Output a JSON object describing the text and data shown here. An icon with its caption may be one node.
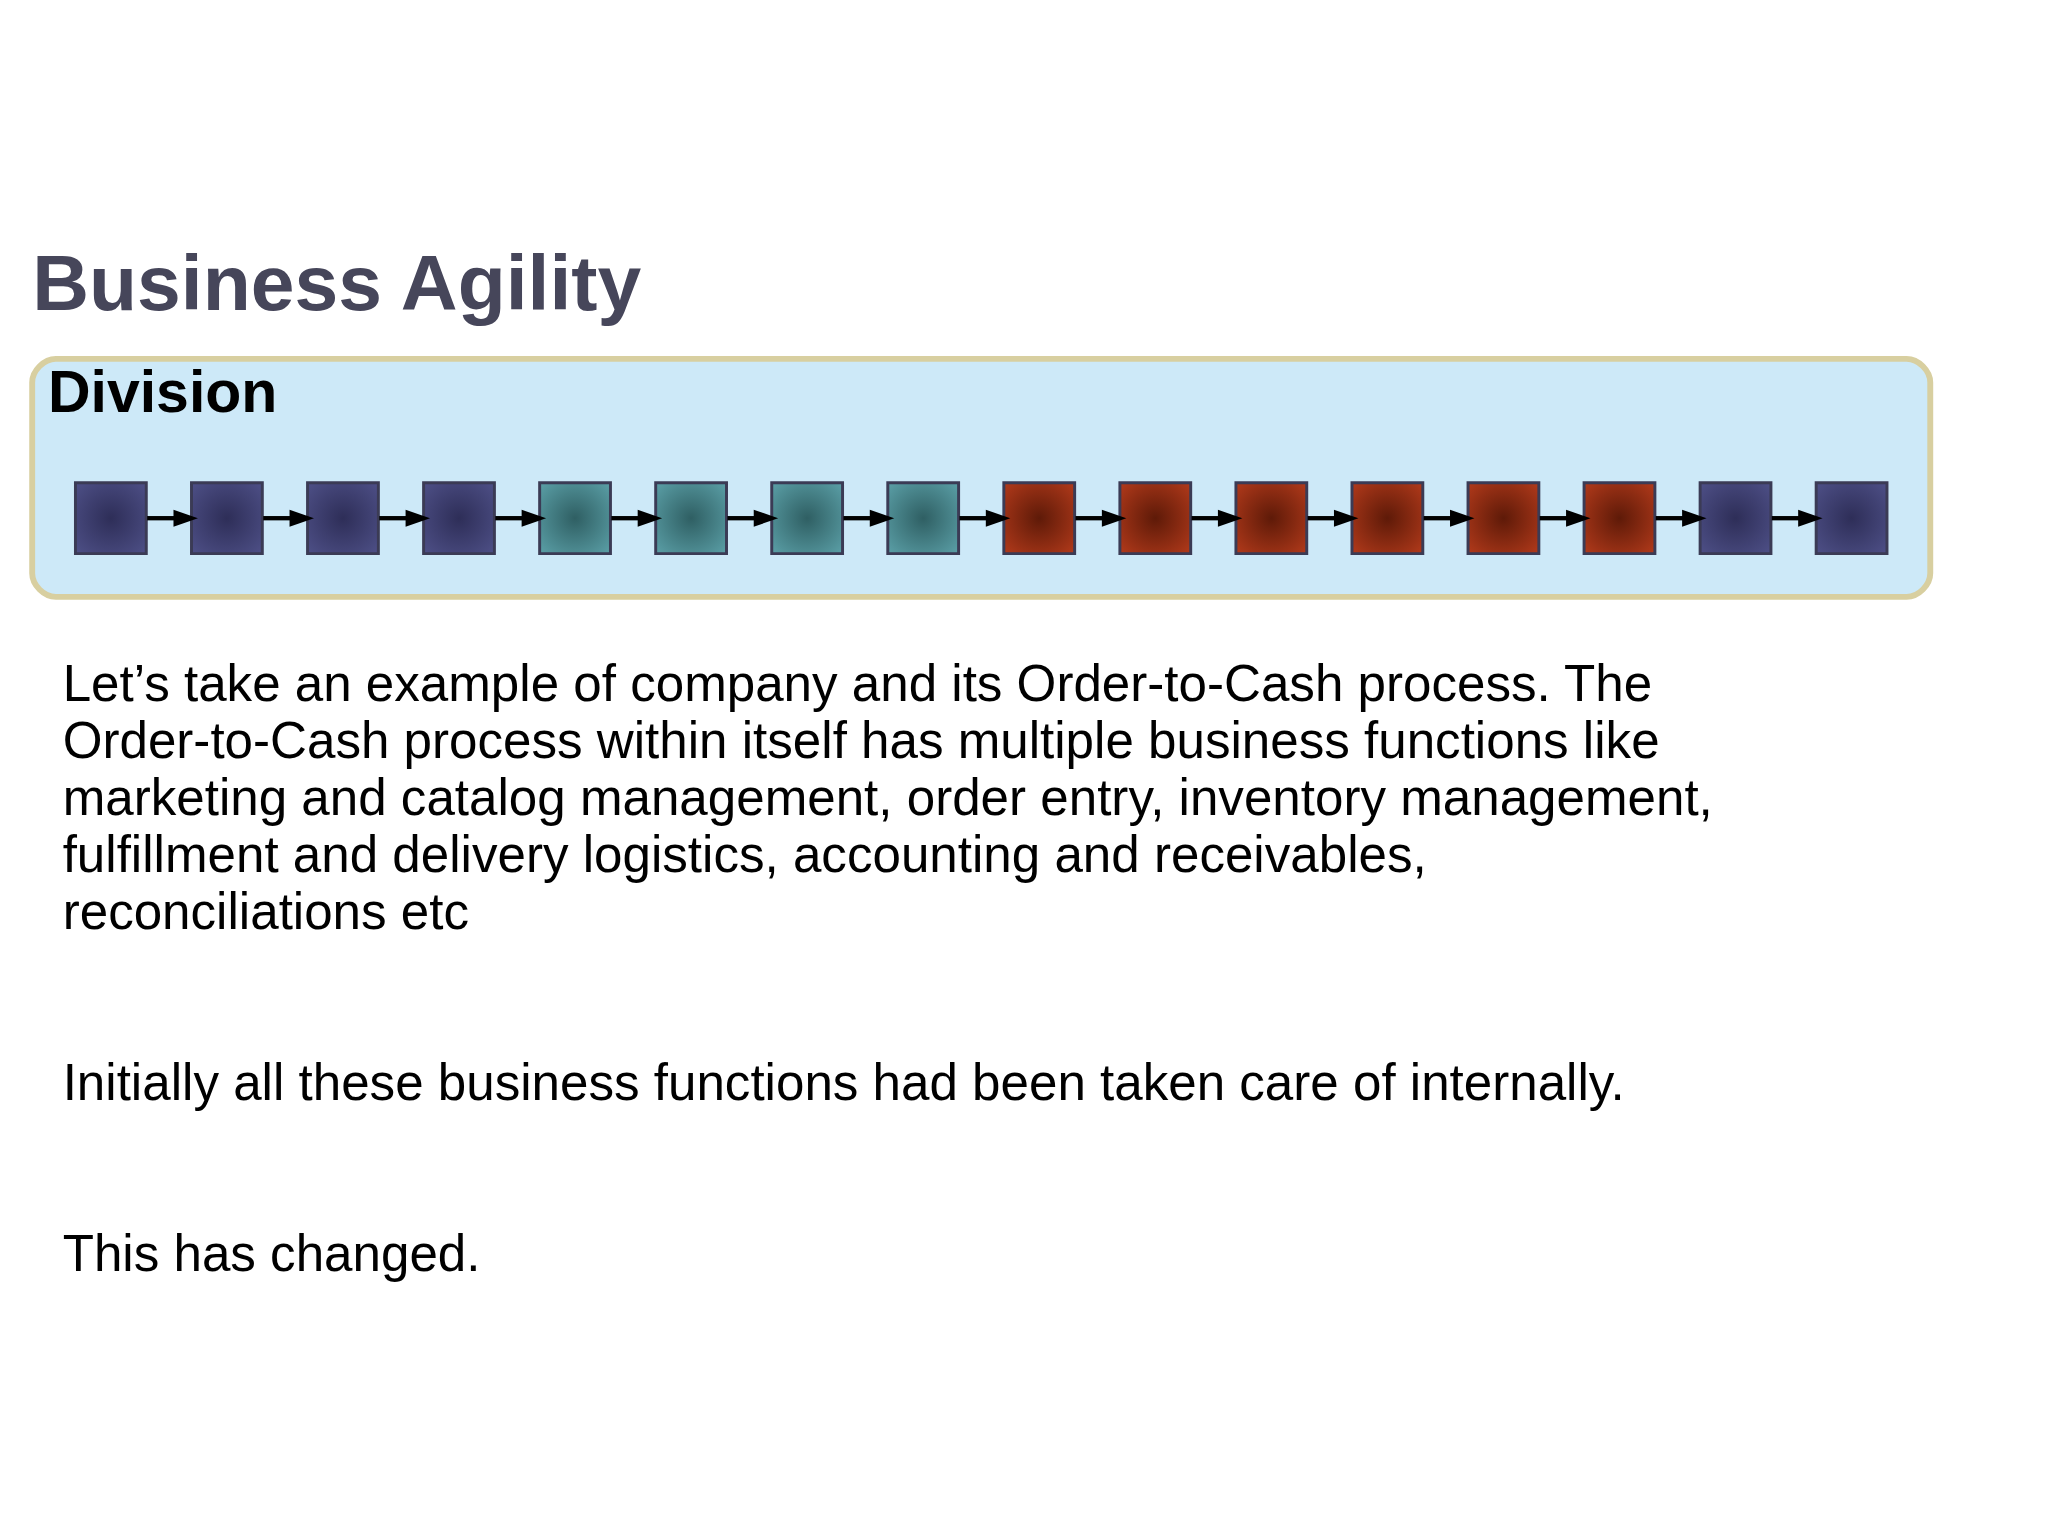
{
  "diagram": {
    "title": "Business Agility",
    "nodes": [
      {
        "text": [
          "Division"
        ]
      },
      {
        "text": [],
        "shape": "box",
        "in": 0
      },
      {
        "text": [],
        "shape": "box",
        "in": 0
      },
      {
        "text": [],
        "shape": "box",
        "in": 0
      },
      {
        "text": [],
        "shape": "box",
        "in": 0
      },
      {
        "text": [],
        "shape": "box",
        "in": 0
      },
      {
        "text": [],
        "shape": "box",
        "in": 0
      },
      {
        "text": [],
        "shape": "box",
        "in": 0
      },
      {
        "text": [],
        "shape": "box",
        "in": 0
      },
      {
        "text": [],
        "shape": "box",
        "in": 0
      },
      {
        "text": [],
        "shape": "box",
        "in": 0
      },
      {
        "text": [],
        "shape": "box",
        "in": 0
      },
      {
        "text": [],
        "shape": "box",
        "in": 0
      },
      {
        "text": [],
        "shape": "box",
        "in": 0
      },
      {
        "text": [],
        "shape": "box",
        "in": 0
      },
      {
        "text": [],
        "shape": "box",
        "in": 0
      },
      {
        "text": [],
        "shape": "box",
        "in": 0
      }
    ],
    "edges": [
      {
        "from": 1,
        "to": 2,
        "arrow": "to"
      },
      {
        "from": 2,
        "to": 3,
        "arrow": "to"
      },
      {
        "from": 3,
        "to": 4,
        "arrow": "to"
      },
      {
        "from": 4,
        "to": 5,
        "arrow": "to"
      },
      {
        "from": 5,
        "to": 6,
        "arrow": "to"
      },
      {
        "from": 6,
        "to": 7,
        "arrow": "to"
      },
      {
        "from": 7,
        "to": 8,
        "arrow": "to"
      },
      {
        "from": 8,
        "to": 9,
        "arrow": "to"
      },
      {
        "from": 9,
        "to": 10,
        "arrow": "to"
      },
      {
        "from": 10,
        "to": 11,
        "arrow": "to"
      },
      {
        "from": 11,
        "to": 12,
        "arrow": "to"
      },
      {
        "from": 12,
        "to": 13,
        "arrow": "to"
      },
      {
        "from": 13,
        "to": 14,
        "arrow": "to"
      },
      {
        "from": 14,
        "to": 15,
        "arrow": "to"
      },
      {
        "from": 15,
        "to": 16,
        "arrow": "to"
      }
    ],
    "labels": [
      "Let’s take an example of company and its Order-to-Cash process. The Order-to-Cash process within itself has multiple business functions like marketing and catalog management, order entry, inventory management, fulfillment and delivery logistics, accounting and receivables, reconciliations etc",
      "Initially all these business functions had been taken care of internally.",
      "This has changed."
    ]
  }
}
